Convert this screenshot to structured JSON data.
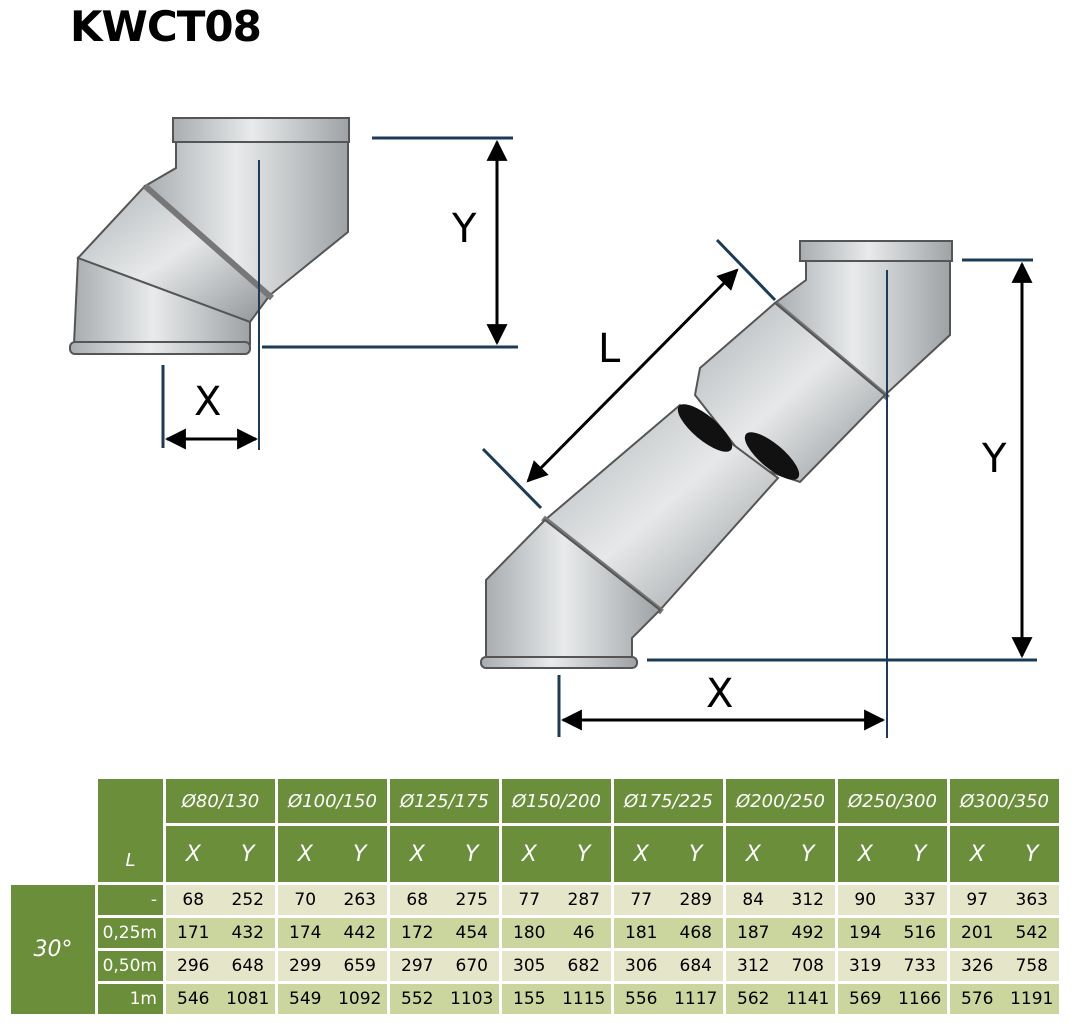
{
  "title": "KWCT08",
  "diagram": {
    "labels": {
      "y_small": "Y",
      "x_small": "X",
      "l": "L",
      "y_large": "Y",
      "x_large": "X"
    }
  },
  "table": {
    "l_header": "L",
    "x_label": "X",
    "y_label": "Y",
    "angle": "30°",
    "diameters": [
      "Ø80/130",
      "Ø100/150",
      "Ø125/175",
      "Ø150/200",
      "Ø175/225",
      "Ø200/250",
      "Ø250/300",
      "Ø300/350"
    ],
    "rows": [
      {
        "l": "-",
        "values": [
          [
            "68",
            "252"
          ],
          [
            "70",
            "263"
          ],
          [
            "68",
            "275"
          ],
          [
            "77",
            "287"
          ],
          [
            "77",
            "289"
          ],
          [
            "84",
            "312"
          ],
          [
            "90",
            "337"
          ],
          [
            "97",
            "363"
          ]
        ]
      },
      {
        "l": "0,25m",
        "values": [
          [
            "171",
            "432"
          ],
          [
            "174",
            "442"
          ],
          [
            "172",
            "454"
          ],
          [
            "180",
            "46"
          ],
          [
            "181",
            "468"
          ],
          [
            "187",
            "492"
          ],
          [
            "194",
            "516"
          ],
          [
            "201",
            "542"
          ]
        ]
      },
      {
        "l": "0,50m",
        "values": [
          [
            "296",
            "648"
          ],
          [
            "299",
            "659"
          ],
          [
            "297",
            "670"
          ],
          [
            "305",
            "682"
          ],
          [
            "306",
            "684"
          ],
          [
            "312",
            "708"
          ],
          [
            "319",
            "733"
          ],
          [
            "326",
            "758"
          ]
        ]
      },
      {
        "l": "1m",
        "values": [
          [
            "546",
            "1081"
          ],
          [
            "549",
            "1092"
          ],
          [
            "552",
            "1103"
          ],
          [
            "155",
            "1115"
          ],
          [
            "556",
            "1117"
          ],
          [
            "562",
            "1141"
          ],
          [
            "569",
            "1166"
          ],
          [
            "576",
            "1191"
          ]
        ]
      }
    ]
  }
}
